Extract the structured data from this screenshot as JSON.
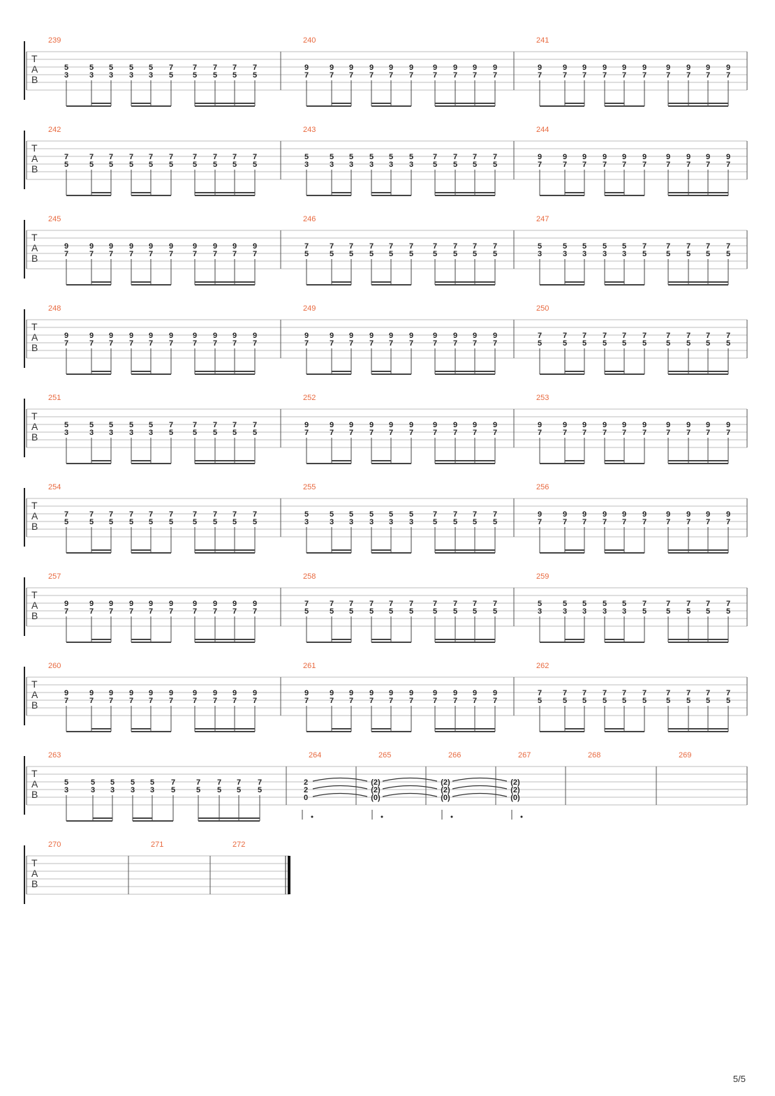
{
  "document": {
    "type": "guitar tablature",
    "page_number": "5/5",
    "tab_clef_letters": [
      "T",
      "A",
      "B"
    ]
  },
  "colors": {
    "measure_number": "#e8693f",
    "staff_line": "#bdbdbd",
    "ink": "#222222"
  },
  "patterns": {
    "A": {
      "pairs": [
        [
          "5",
          "3"
        ],
        [
          "5",
          "3"
        ],
        [
          "5",
          "3"
        ],
        [
          "5",
          "3"
        ],
        [
          "5",
          "3"
        ],
        [
          "7",
          "5"
        ],
        [
          "7",
          "5"
        ],
        [
          "7",
          "5"
        ],
        [
          "7",
          "5"
        ],
        [
          "7",
          "5"
        ]
      ]
    },
    "B": {
      "pairs": [
        [
          "9",
          "7"
        ],
        [
          "9",
          "7"
        ],
        [
          "9",
          "7"
        ],
        [
          "9",
          "7"
        ],
        [
          "9",
          "7"
        ],
        [
          "9",
          "7"
        ],
        [
          "9",
          "7"
        ],
        [
          "9",
          "7"
        ],
        [
          "9",
          "7"
        ],
        [
          "9",
          "7"
        ]
      ]
    },
    "C": {
      "pairs": [
        [
          "7",
          "5"
        ],
        [
          "7",
          "5"
        ],
        [
          "7",
          "5"
        ],
        [
          "7",
          "5"
        ],
        [
          "7",
          "5"
        ],
        [
          "7",
          "5"
        ],
        [
          "7",
          "5"
        ],
        [
          "7",
          "5"
        ],
        [
          "7",
          "5"
        ],
        [
          "7",
          "5"
        ]
      ]
    },
    "D": {
      "pairs": [
        [
          "5",
          "3"
        ],
        [
          "5",
          "3"
        ],
        [
          "5",
          "3"
        ],
        [
          "5",
          "3"
        ],
        [
          "5",
          "3"
        ],
        [
          "5",
          "3"
        ],
        [
          "7",
          "5"
        ],
        [
          "7",
          "5"
        ],
        [
          "7",
          "5"
        ],
        [
          "7",
          "5"
        ]
      ]
    }
  },
  "systems": [
    {
      "measures": [
        {
          "number": "239",
          "pattern": "A"
        },
        {
          "number": "240",
          "pattern": "B"
        },
        {
          "number": "241",
          "pattern": "B"
        }
      ]
    },
    {
      "measures": [
        {
          "number": "242",
          "pattern": "C"
        },
        {
          "number": "243",
          "pattern": "D"
        },
        {
          "number": "244",
          "pattern": "B"
        }
      ]
    },
    {
      "measures": [
        {
          "number": "245",
          "pattern": "B"
        },
        {
          "number": "246",
          "pattern": "C"
        },
        {
          "number": "247",
          "pattern": "A"
        }
      ]
    },
    {
      "measures": [
        {
          "number": "248",
          "pattern": "B"
        },
        {
          "number": "249",
          "pattern": "B"
        },
        {
          "number": "250",
          "pattern": "C"
        }
      ]
    },
    {
      "measures": [
        {
          "number": "251",
          "pattern": "A"
        },
        {
          "number": "252",
          "pattern": "B"
        },
        {
          "number": "253",
          "pattern": "B"
        }
      ]
    },
    {
      "measures": [
        {
          "number": "254",
          "pattern": "C"
        },
        {
          "number": "255",
          "pattern": "D"
        },
        {
          "number": "256",
          "pattern": "B"
        }
      ]
    },
    {
      "measures": [
        {
          "number": "257",
          "pattern": "B"
        },
        {
          "number": "258",
          "pattern": "C"
        },
        {
          "number": "259",
          "pattern": "A"
        }
      ]
    },
    {
      "measures": [
        {
          "number": "260",
          "pattern": "B"
        },
        {
          "number": "261",
          "pattern": "B"
        },
        {
          "number": "262",
          "pattern": "C"
        }
      ]
    },
    {
      "measures": [
        {
          "number": "263",
          "pattern": "A"
        },
        {
          "number": "264",
          "chord": [
            "2",
            "2",
            "0"
          ],
          "tied": false
        },
        {
          "number": "265",
          "chord": [
            "(2)",
            "(2)",
            "(0)"
          ],
          "tied": true
        },
        {
          "number": "266",
          "chord": [
            "(2)",
            "(2)",
            "(0)"
          ],
          "tied": true
        },
        {
          "number": "267",
          "chord": [
            "(2)",
            "(2)",
            "(0)"
          ],
          "tied": true
        },
        {
          "number": "268"
        },
        {
          "number": "269"
        }
      ]
    },
    {
      "measures": [
        {
          "number": "270"
        },
        {
          "number": "271"
        },
        {
          "number": "272",
          "final": true
        }
      ]
    }
  ]
}
